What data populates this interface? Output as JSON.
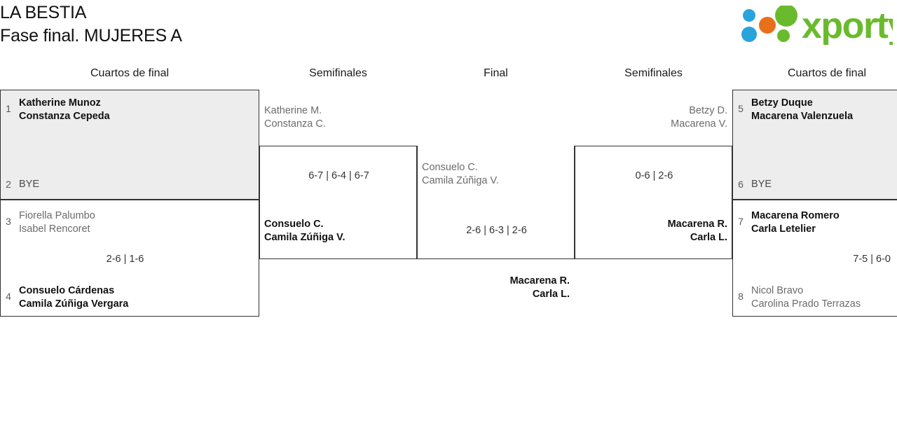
{
  "header": {
    "title_line1": "LA BESTIA",
    "title_line2": "Fase final. MUJERES A",
    "logo_text": "xporty",
    "logo_colors": {
      "green": "#6aba2e",
      "orange": "#e8701a",
      "blue": "#29a3dc"
    }
  },
  "columns": [
    {
      "label": "Cuartos de final"
    },
    {
      "label": "Semifinales"
    },
    {
      "label": "Final"
    },
    {
      "label": "Semifinales"
    },
    {
      "label": "Cuartos de final"
    }
  ],
  "bracket": {
    "left_quarterfinals": [
      {
        "shaded": true,
        "top_seed": "1",
        "top_players": [
          "Katherine Munoz",
          "Constanza Cepeda"
        ],
        "top_result": "win",
        "bottom_seed": "2",
        "bottom_players": [
          "BYE"
        ],
        "bottom_result": "bye",
        "score": ""
      },
      {
        "shaded": false,
        "top_seed": "3",
        "top_players": [
          "Fiorella Palumbo",
          "Isabel Rencoret"
        ],
        "top_result": "lose",
        "bottom_seed": "4",
        "bottom_players": [
          "Consuelo Cárdenas",
          "Camila Zúñiga Vergara"
        ],
        "bottom_result": "win",
        "score": "2-6 | 1-6"
      }
    ],
    "left_semifinal": {
      "top_players": [
        "Katherine M.",
        "Constanza C."
      ],
      "top_result": "lose",
      "bottom_players": [
        "Consuelo C.",
        "Camila Zúñiga V."
      ],
      "bottom_result": "win",
      "score": "6-7 | 6-4 | 6-7"
    },
    "final": {
      "top_players": [
        "Consuelo C.",
        "Camila Zúñiga V."
      ],
      "top_result": "lose",
      "bottom_players": [
        "Macarena R.",
        "Carla L."
      ],
      "bottom_result": "win",
      "score": "2-6 | 6-3 | 2-6"
    },
    "right_semifinal": {
      "top_players": [
        "Betzy D.",
        "Macarena V."
      ],
      "top_result": "lose",
      "bottom_players": [
        "Macarena R.",
        "Carla L."
      ],
      "bottom_result": "win",
      "score": "0-6 | 2-6"
    },
    "right_quarterfinals": [
      {
        "shaded": true,
        "top_seed": "5",
        "top_players": [
          "Betzy Duque",
          "Macarena Valenzuela"
        ],
        "top_result": "win",
        "bottom_seed": "6",
        "bottom_players": [
          "BYE"
        ],
        "bottom_result": "bye",
        "score": ""
      },
      {
        "shaded": false,
        "top_seed": "7",
        "top_players": [
          "Macarena Romero",
          "Carla Letelier"
        ],
        "top_result": "win",
        "bottom_seed": "8",
        "bottom_players": [
          "Nicol Bravo",
          "Carolina Prado Terrazas"
        ],
        "bottom_result": "lose",
        "score": "7-5 | 6-0"
      }
    ]
  }
}
